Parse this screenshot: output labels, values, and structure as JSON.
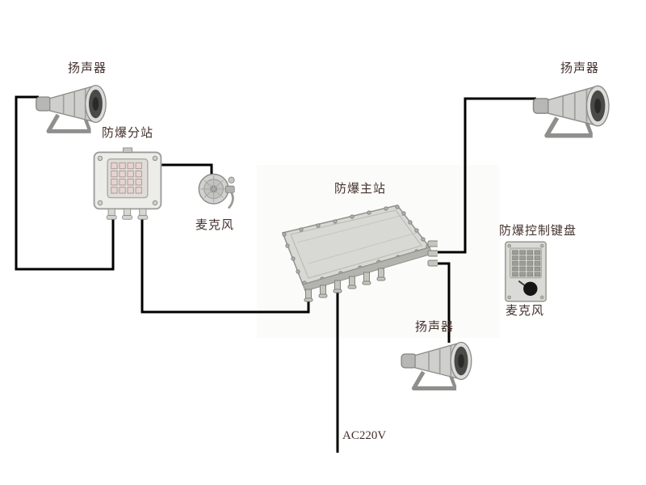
{
  "diagram": {
    "title": "explosion-proof broadcast system wiring diagram",
    "background": "#ffffff"
  },
  "colors": {
    "wire": "#000000",
    "label_text": "#43302c",
    "photo_backdrop": "#fbfbf9",
    "metal_light": "#d8d8d4",
    "metal_dark": "#bcbcb6"
  },
  "labels": {
    "speaker_top_left": "扬声器",
    "speaker_top_right": "扬声器",
    "speaker_bottom": "扬声器",
    "substation": "防爆分站",
    "microphone_left": "麦克风",
    "main_station": "防爆主站",
    "control_keyboard": "防爆控制键盘",
    "microphone_right": "麦克风",
    "power": "AC220V"
  }
}
